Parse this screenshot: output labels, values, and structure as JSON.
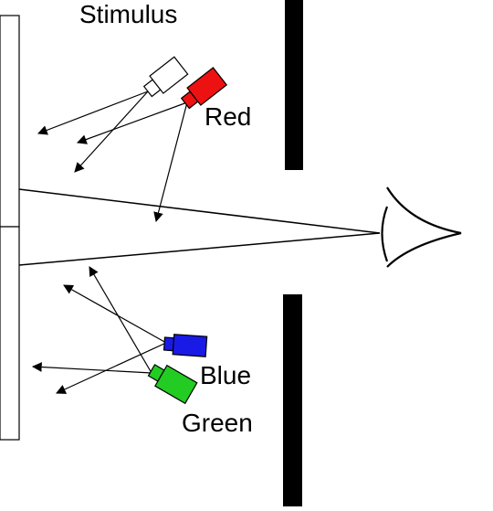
{
  "labels": {
    "stimulus": "Stimulus",
    "red": "Red",
    "blue": "Blue",
    "green": "Green"
  },
  "colors": {
    "red_projector": "#ee1111",
    "blue_projector": "#1a1ae6",
    "green_projector": "#22cc22",
    "white_projector": "#ffffff",
    "outline": "#000000",
    "barrier": "#000000"
  },
  "icons": {
    "eye": "eye-icon",
    "projector": "projector-icon"
  }
}
